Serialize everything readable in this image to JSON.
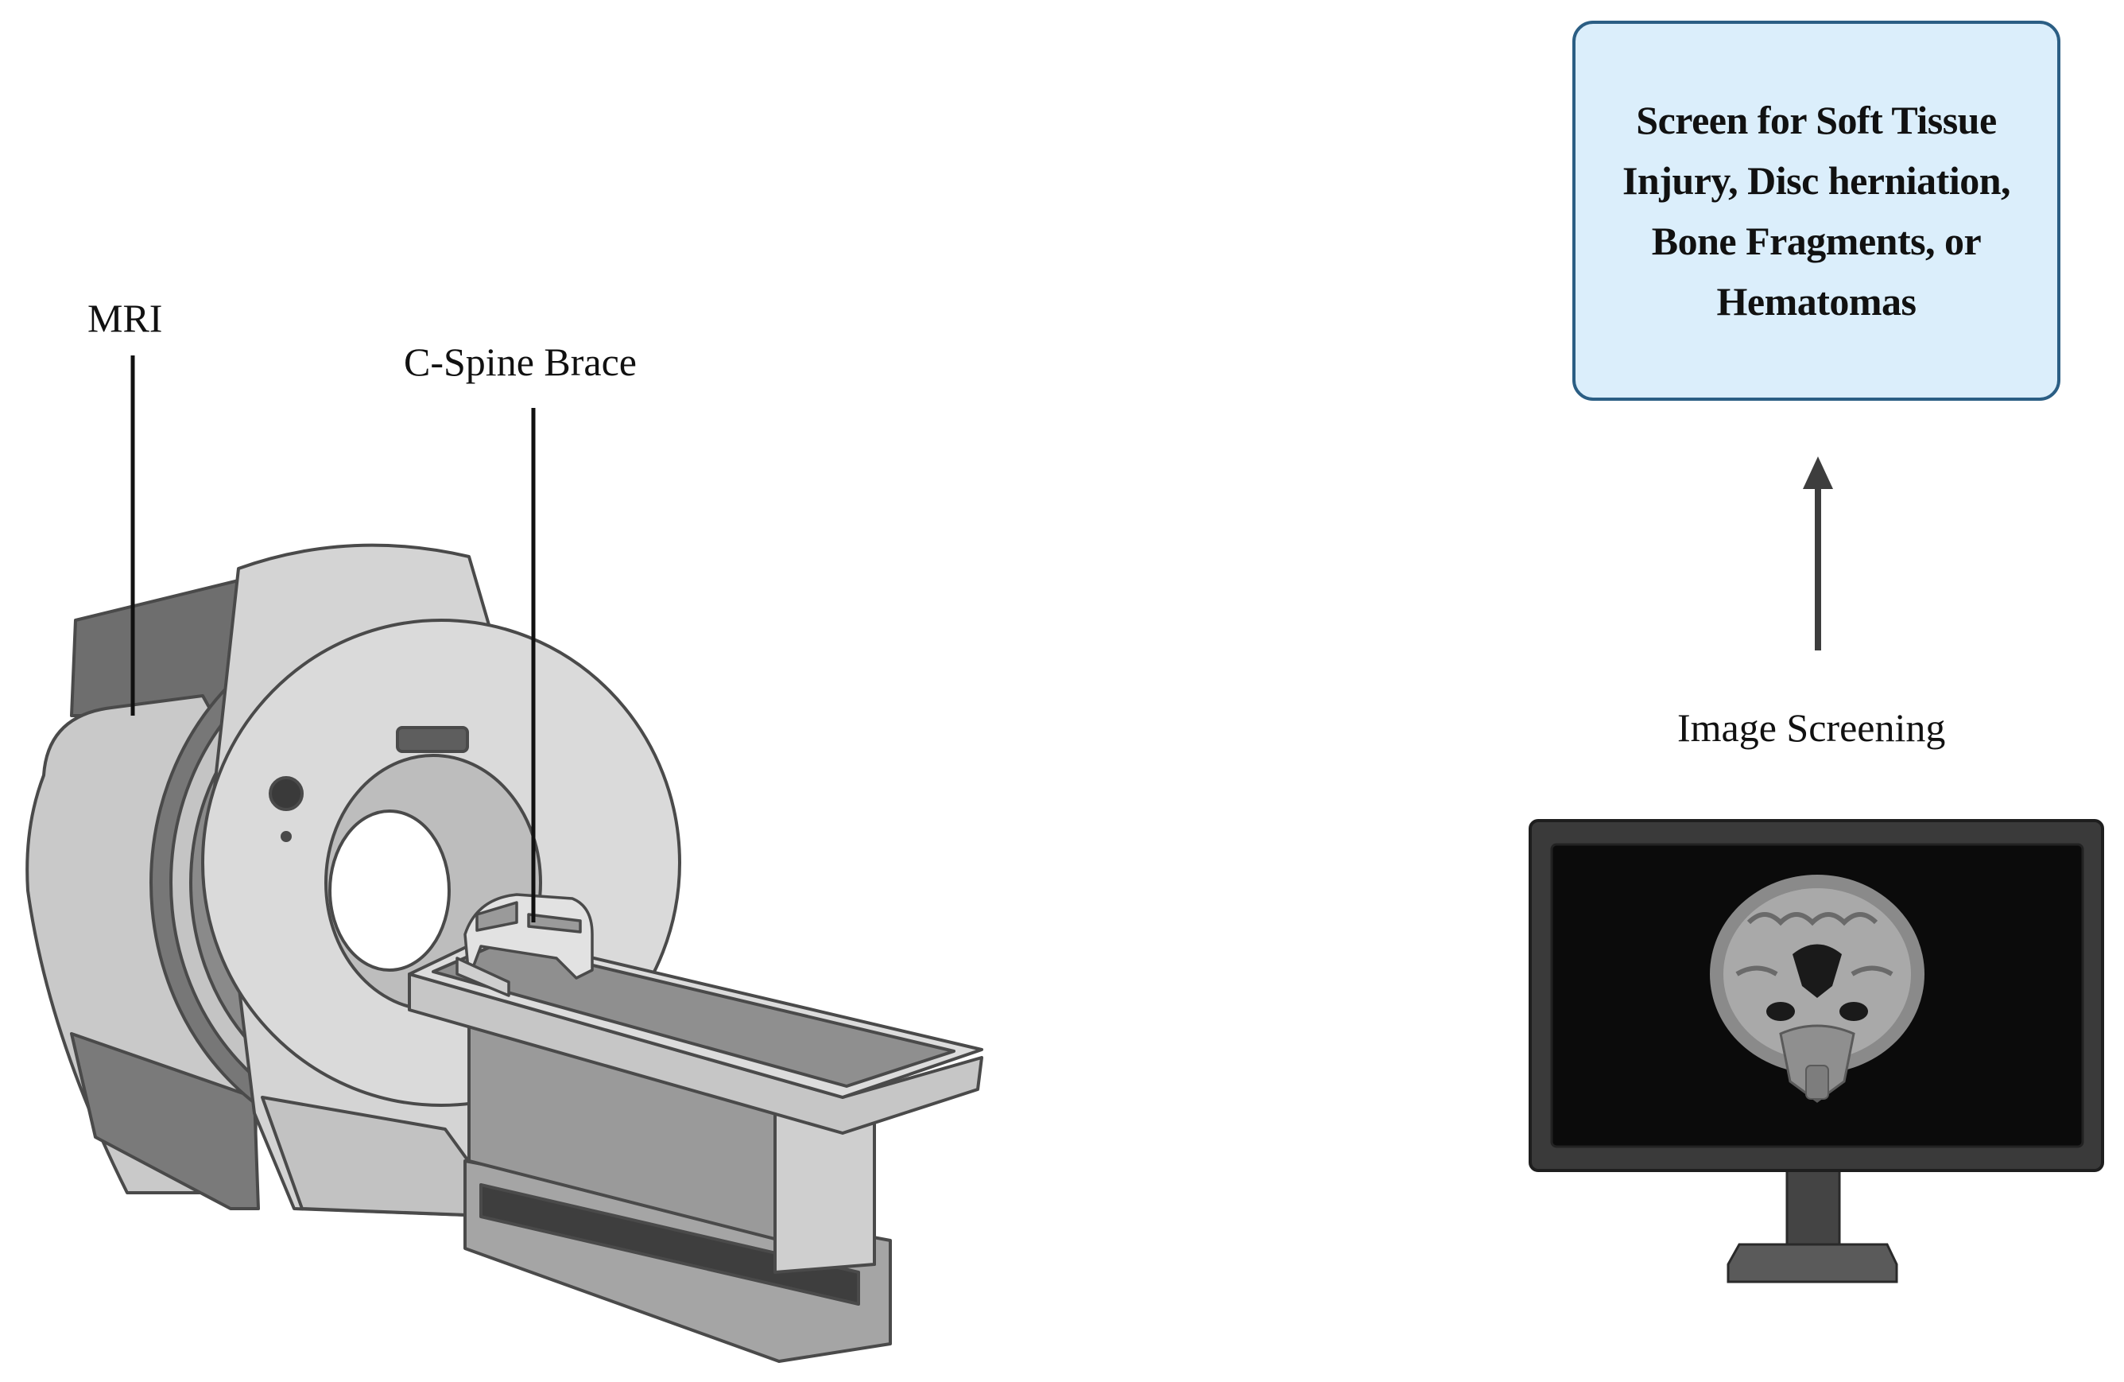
{
  "labels": {
    "mri": "MRI",
    "brace": "C-Spine Brace",
    "screening": "Image Screening"
  },
  "result_box": {
    "text": "Screen for Soft Tissue Injury, Disc herniation, Bone Fragments, or Hematomas"
  },
  "colors": {
    "box_fill": "#dbeefb",
    "box_border": "#2b5e84",
    "arrow": "#3d3d3d",
    "monitor_frame": "#3a3a3a",
    "monitor_screen": "#0b0b0b"
  }
}
